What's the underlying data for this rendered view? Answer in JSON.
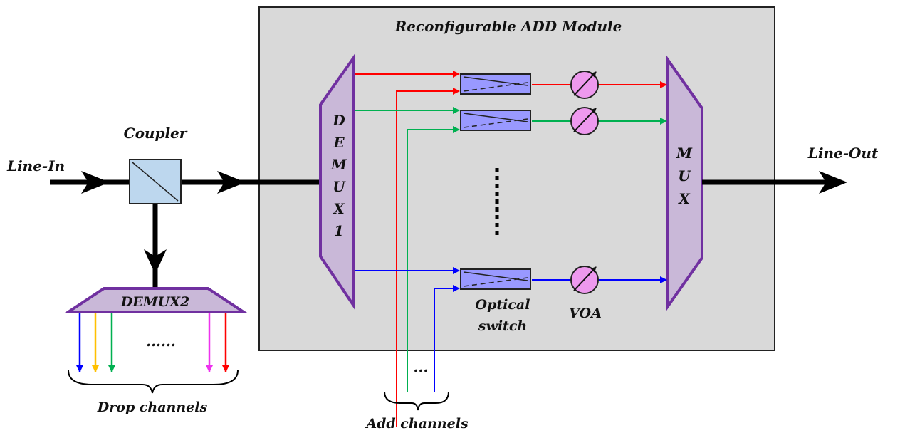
{
  "labels": {
    "module_title": "Reconfigurable ADD Module",
    "coupler": "Coupler",
    "line_in": "Line-In",
    "line_out": "Line-Out",
    "demux2": "DEMUX2",
    "drop_ellipsis": "......",
    "drop_channels": "Drop channels",
    "add_channels": "Add channels",
    "add_ellipsis": "...",
    "optical_switch_line1": "Optical",
    "optical_switch_line2": "switch",
    "voa": "VOA",
    "demux1_letters": [
      "D",
      "E",
      "M",
      "U",
      "X",
      "1"
    ],
    "mux_letters": [
      "M",
      "U",
      "X"
    ]
  },
  "colors": {
    "module_fill": "#d9d9d9",
    "trapezoid_fill": "#c9b8d8",
    "trapezoid_stroke": "#7030a0",
    "switch_fill": "#9999ff",
    "voa_fill": "#ee99ee",
    "coupler_fill": "#bdd7ee",
    "red": "#ff0000",
    "green": "#00b050",
    "blue": "#0000ff",
    "yellow": "#ffc000",
    "magenta": "#ee33ee"
  },
  "channel_colors": [
    "red",
    "green",
    "blue"
  ],
  "drop_channel_colors": [
    "blue",
    "yellow",
    "green",
    "magenta",
    "red"
  ]
}
